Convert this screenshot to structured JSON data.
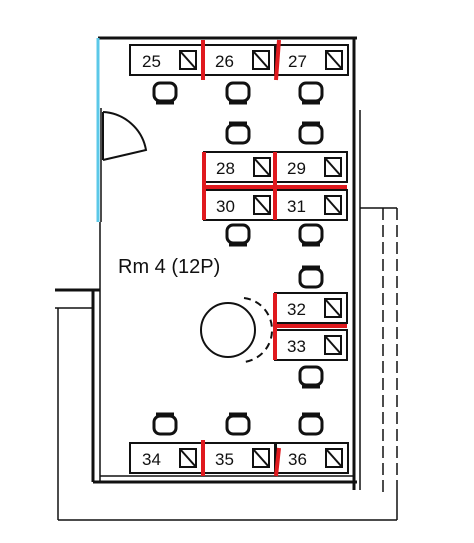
{
  "room": {
    "label": "Rm 4 (12P)"
  },
  "desks": [
    {
      "id": "desk-25",
      "number": "25"
    },
    {
      "id": "desk-26",
      "number": "26"
    },
    {
      "id": "desk-27",
      "number": "27"
    },
    {
      "id": "desk-28",
      "number": "28"
    },
    {
      "id": "desk-29",
      "number": "29"
    },
    {
      "id": "desk-30",
      "number": "30"
    },
    {
      "id": "desk-31",
      "number": "31"
    },
    {
      "id": "desk-32",
      "number": "32"
    },
    {
      "id": "desk-33",
      "number": "33"
    },
    {
      "id": "desk-34",
      "number": "34"
    },
    {
      "id": "desk-35",
      "number": "35"
    },
    {
      "id": "desk-36",
      "number": "36"
    }
  ],
  "colors": {
    "wall": "#111111",
    "divider": "#e0191e",
    "window": "#5bc8e8",
    "desk_fill": "#ffffff"
  },
  "icons": {
    "chair": "office-chair-icon",
    "monitor": "hatched-monitor-icon",
    "table": "round-table-icon",
    "door": "door-swing-icon"
  }
}
